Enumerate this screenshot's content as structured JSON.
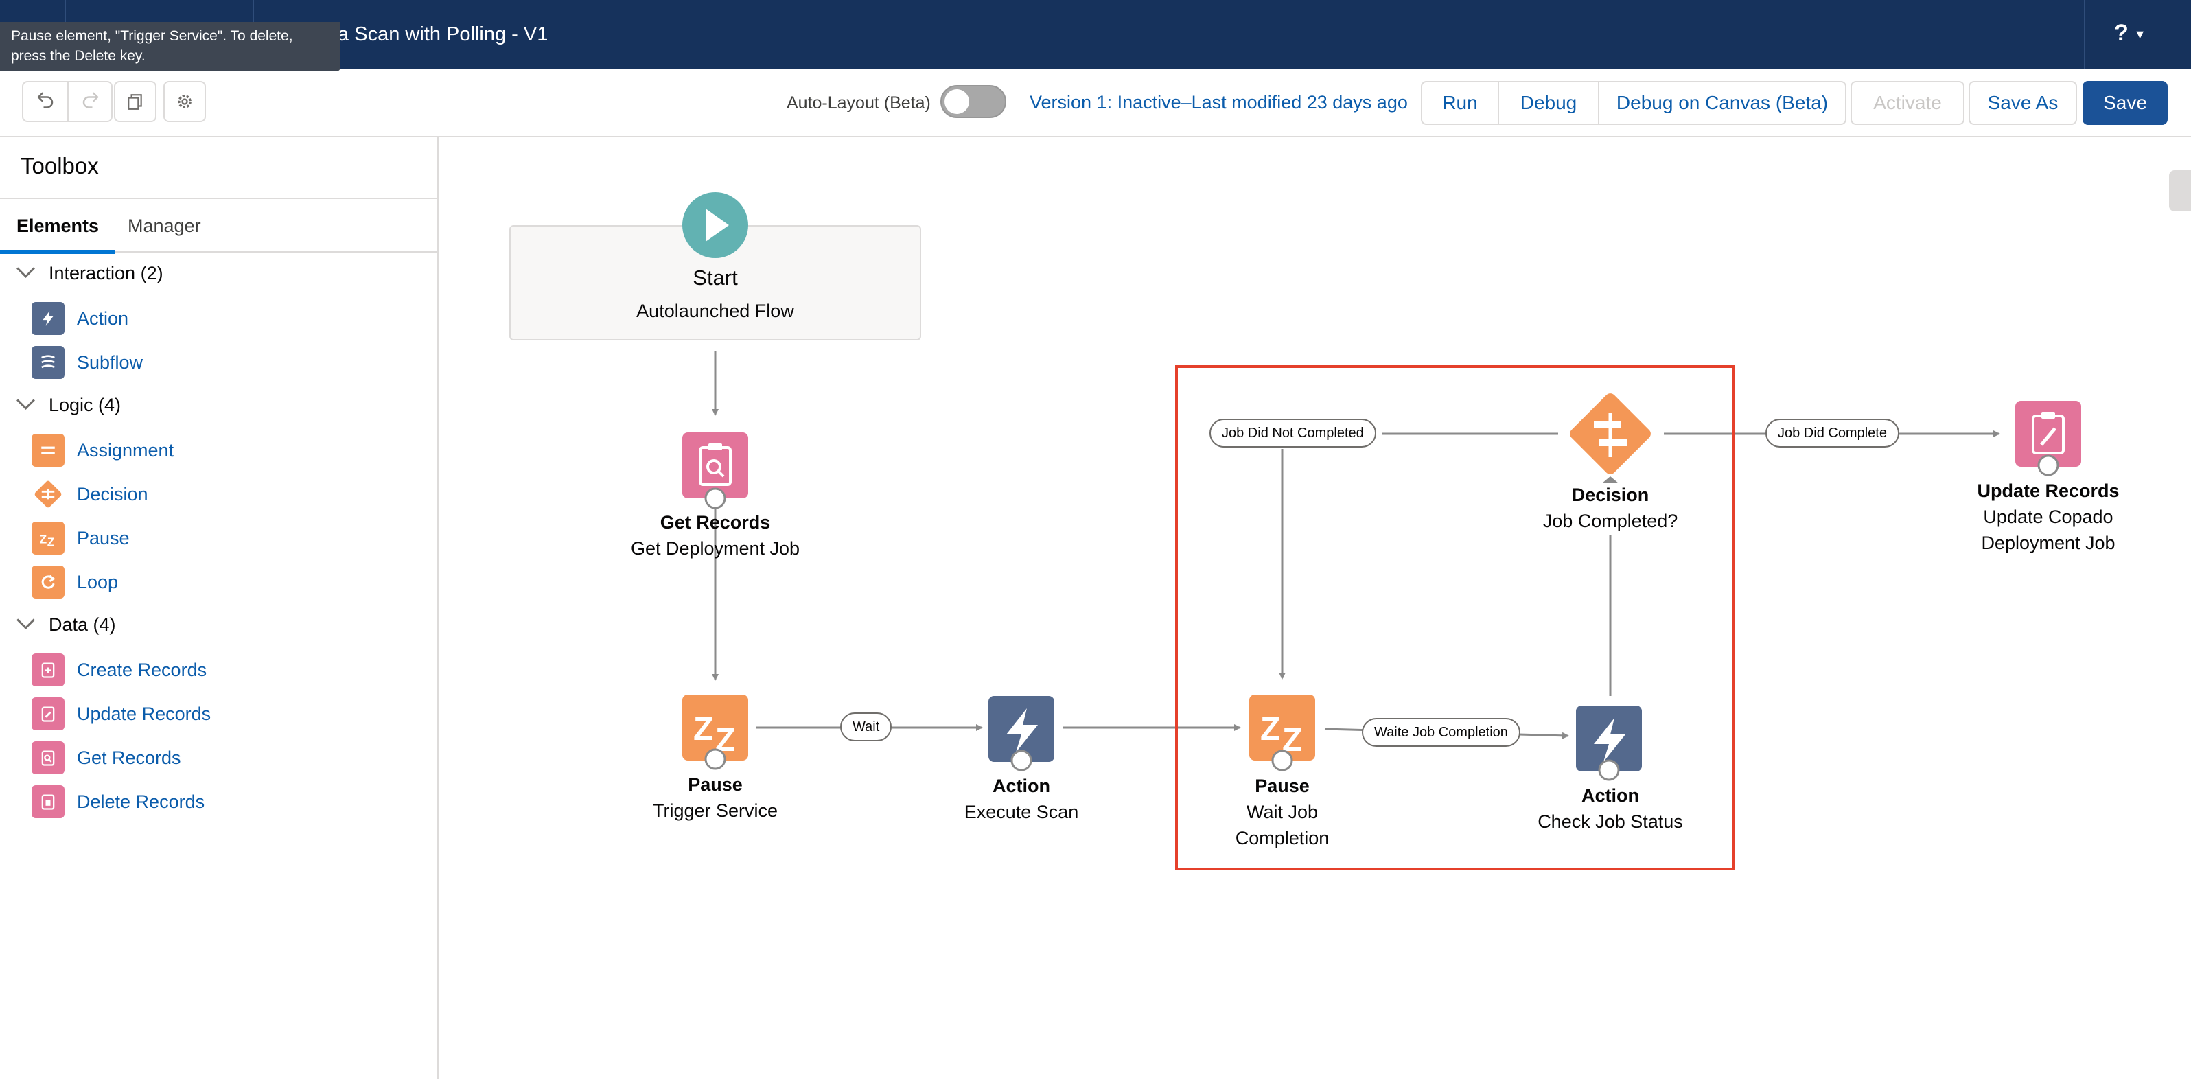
{
  "header": {
    "flow_title": "ta Scan with Polling - V1",
    "help_label": "?",
    "tooltip": "Pause element, \"Trigger Service\". To delete, press the Delete key."
  },
  "toolbar": {
    "undo_icon": "undo-icon",
    "redo_icon": "redo-icon",
    "copy_icon": "copy-icon",
    "settings_icon": "gear-icon",
    "auto_layout_label": "Auto-Layout (Beta)",
    "auto_layout_on": false,
    "version_text": "Version 1: Inactive–Last modified 23 days ago",
    "run_label": "Run",
    "debug_label": "Debug",
    "debug_canvas_label": "Debug on Canvas (Beta)",
    "activate_label": "Activate",
    "save_as_label": "Save As",
    "save_label": "Save"
  },
  "sidebar": {
    "title": "Toolbox",
    "tabs": [
      {
        "label": "Elements",
        "active": true
      },
      {
        "label": "Manager",
        "active": false
      }
    ],
    "sections": [
      {
        "label": "Interaction (2)",
        "items": [
          {
            "label": "Action",
            "icon": "lightning-icon"
          },
          {
            "label": "Subflow",
            "icon": "subflow-icon"
          }
        ]
      },
      {
        "label": "Logic (4)",
        "items": [
          {
            "label": "Assignment",
            "icon": "assignment-icon"
          },
          {
            "label": "Decision",
            "icon": "decision-icon"
          },
          {
            "label": "Pause",
            "icon": "pause-icon"
          },
          {
            "label": "Loop",
            "icon": "loop-icon"
          }
        ]
      },
      {
        "label": "Data (4)",
        "items": [
          {
            "label": "Create Records",
            "icon": "create-records-icon"
          },
          {
            "label": "Update Records",
            "icon": "update-records-icon"
          },
          {
            "label": "Get Records",
            "icon": "get-records-icon"
          },
          {
            "label": "Delete Records",
            "icon": "delete-records-icon"
          }
        ]
      }
    ]
  },
  "canvas": {
    "nodes": {
      "start": {
        "type": "Start",
        "label": "Autolaunched Flow"
      },
      "get_records": {
        "type": "Get Records",
        "label": "Get Deployment Job"
      },
      "pause1": {
        "type": "Pause",
        "label": "Trigger Service"
      },
      "action1": {
        "type": "Action",
        "label": "Execute Scan"
      },
      "pause2": {
        "type": "Pause",
        "label_line1": "Wait Job",
        "label_line2": "Completion"
      },
      "action2": {
        "type": "Action",
        "label": "Check Job Status"
      },
      "decision": {
        "type": "Decision",
        "label": "Job Completed?"
      },
      "update": {
        "type": "Update Records",
        "label_line1": "Update Copado",
        "label_line2": "Deployment Job"
      }
    },
    "connectors": {
      "wait": "Wait",
      "wait_completion": "Waite Job Completion",
      "not_completed": "Job Did Not Completed",
      "completed": "Job Did Complete"
    },
    "colors": {
      "start": "#62b2b2",
      "pink": "#e3749a",
      "orange": "#f49756",
      "slate": "#54698d",
      "selection": "#e5402b",
      "connector": "#8a8a8a"
    }
  }
}
